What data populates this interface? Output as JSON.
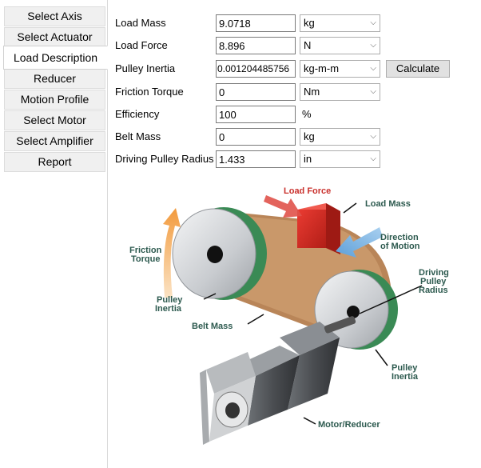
{
  "sidebar": {
    "tabs": [
      {
        "label": "Select Axis"
      },
      {
        "label": "Select Actuator"
      },
      {
        "label": "Load Description"
      },
      {
        "label": "Reducer"
      },
      {
        "label": "Motion Profile"
      },
      {
        "label": "Select Motor"
      },
      {
        "label": "Select Amplifier"
      },
      {
        "label": "Report"
      }
    ],
    "active_tab": "Load Description"
  },
  "form": {
    "load_mass": {
      "label": "Load Mass",
      "value": "9.0718",
      "unit": "kg"
    },
    "load_force": {
      "label": "Load Force",
      "value": "8.896",
      "unit": "N"
    },
    "pulley_inertia": {
      "label": "Pulley Inertia",
      "value": "0.001204485756",
      "unit": "kg-m-m"
    },
    "friction_torque": {
      "label": "Friction Torque",
      "value": "0",
      "unit": "Nm"
    },
    "efficiency": {
      "label": "Efficiency",
      "value": "100",
      "unit": "%"
    },
    "belt_mass": {
      "label": "Belt Mass",
      "value": "0",
      "unit": "kg"
    },
    "driving_pulley_radius": {
      "label": "Driving Pulley Radius",
      "value": "1.433",
      "unit": "in"
    },
    "calculate_label": "Calculate"
  },
  "diagram": {
    "load_force": "Load Force",
    "load_mass": "Load Mass",
    "direction_of_motion_1": "Direction",
    "direction_of_motion_2": "of Motion",
    "friction_torque_1": "Friction",
    "friction_torque_2": "Torque",
    "pulley_inertia_left_1": "Pulley",
    "pulley_inertia_left_2": "Inertia",
    "driving_pulley_radius_1": "Driving",
    "driving_pulley_radius_2": "Pulley",
    "driving_pulley_radius_3": "Radius",
    "belt_mass": "Belt Mass",
    "pulley_inertia_right_1": "Pulley",
    "pulley_inertia_right_2": "Inertia",
    "motor_reducer": "Motor/Reducer"
  },
  "colors": {
    "label_green": "#2d5a4f",
    "load_force_red": "#c9302c",
    "load_block_red": "#d9302a",
    "belt_brown": "#b98558",
    "direction_blue": "#7fb4e0",
    "friction_orange": "#f2a24a"
  }
}
